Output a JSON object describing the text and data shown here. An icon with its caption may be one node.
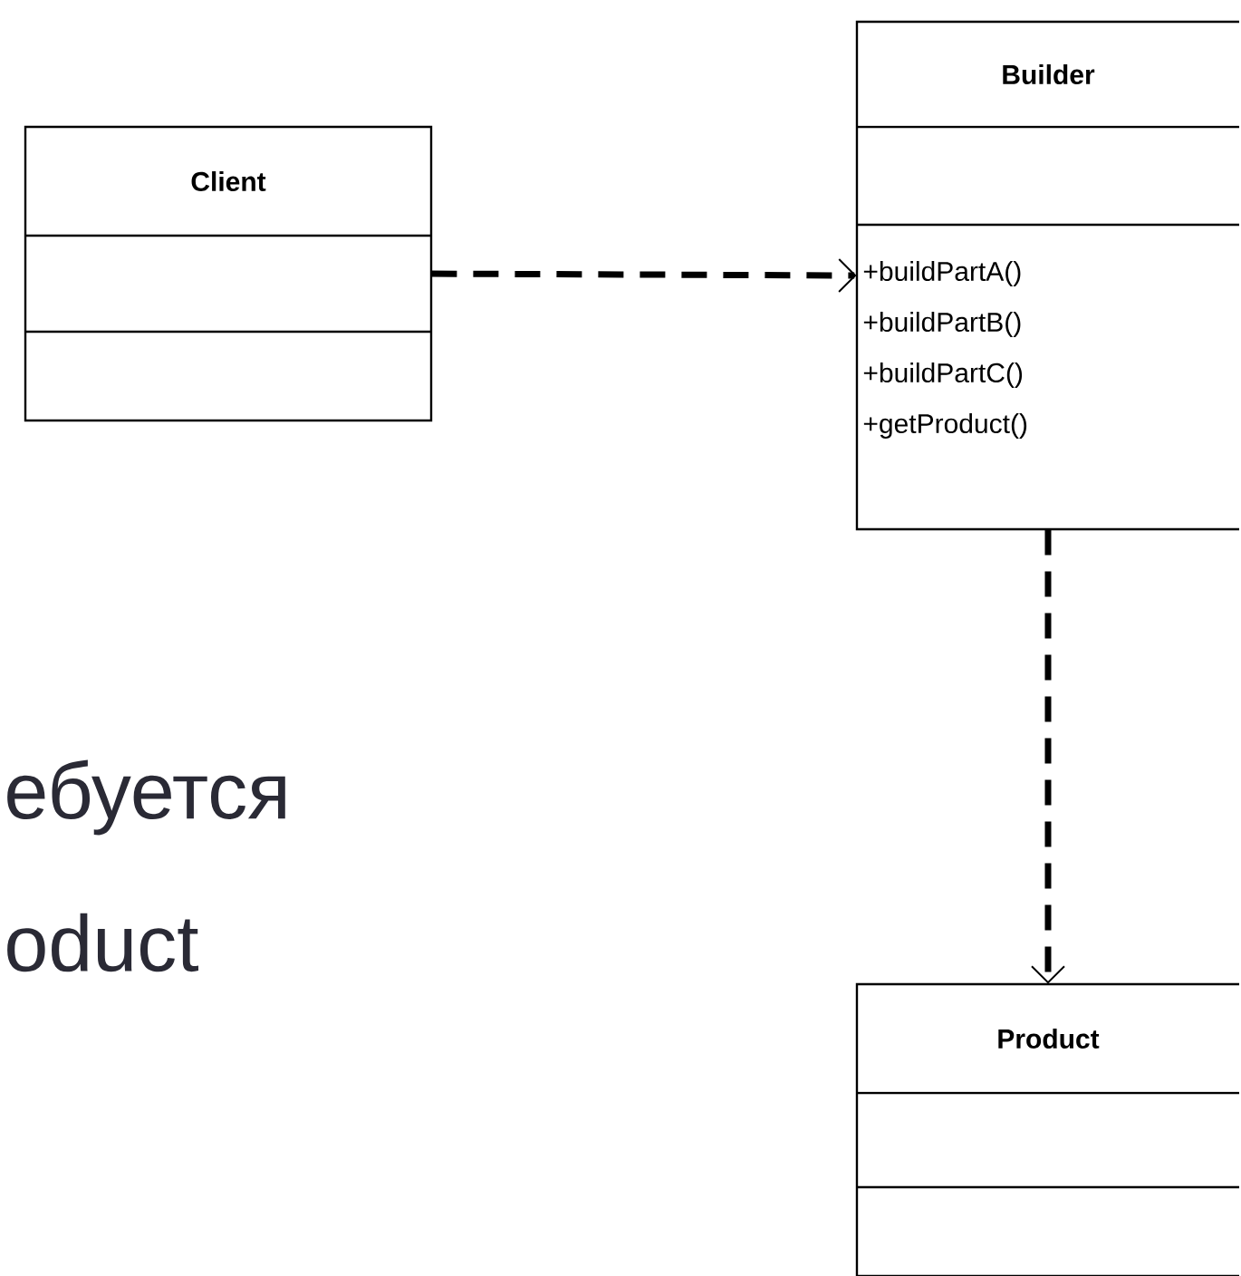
{
  "diagram": {
    "nodes": [
      {
        "text": [
          "Client"
        ]
      },
      {
        "text": [
          "Builder",
          "+buildPartA()",
          "+buildPartB()",
          "+buildPartC()",
          "+getProduct()"
        ]
      },
      {
        "text": [
          "Product"
        ]
      }
    ],
    "edges": [
      {
        "from": 0,
        "to": 1,
        "arrow": "to",
        "style": "dashed"
      },
      {
        "from": 1,
        "to": 2,
        "arrow": "to",
        "style": "dashed"
      }
    ],
    "labels": [
      "ебуется",
      "oduct"
    ]
  }
}
